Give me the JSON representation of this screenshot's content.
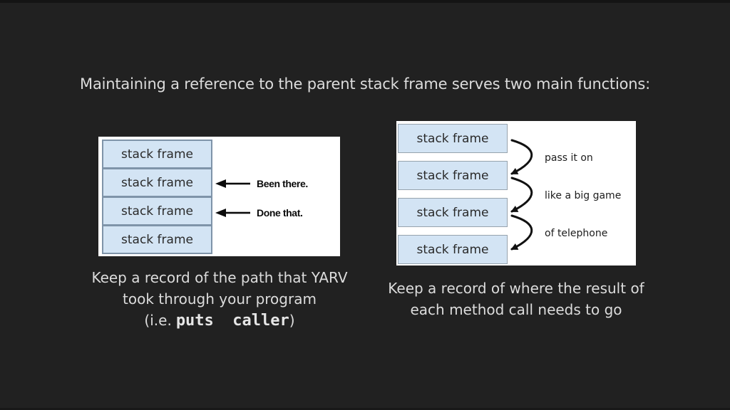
{
  "slide": {
    "title": "Maintaining a reference to the parent stack frame serves two main functions:",
    "left_figure": {
      "frames": [
        "stack frame",
        "stack frame",
        "stack frame",
        "stack frame"
      ],
      "annotations": [
        "Been there.",
        "Done that."
      ],
      "caption": {
        "line1": "Keep a record of the path that YARV",
        "line2": "took through your program",
        "line3_prefix": "(i.e.",
        "line3_code": "puts  caller",
        "line3_suffix": ")"
      }
    },
    "right_figure": {
      "frames": [
        "stack frame",
        "stack frame",
        "stack frame",
        "stack frame"
      ],
      "annotations": [
        "pass it on",
        "like a big game",
        "of telephone"
      ],
      "caption": {
        "line1": "Keep a record of where the result of",
        "line2": "each method call needs to go"
      }
    },
    "colors": {
      "background": "#212121",
      "text": "#dcdcdc",
      "panel": "#ffffff",
      "frame_fill": "#d3e4f4",
      "frame_border_left": "#7f94a9",
      "frame_border_right": "#97a3ad",
      "arrow": "#111111"
    }
  }
}
